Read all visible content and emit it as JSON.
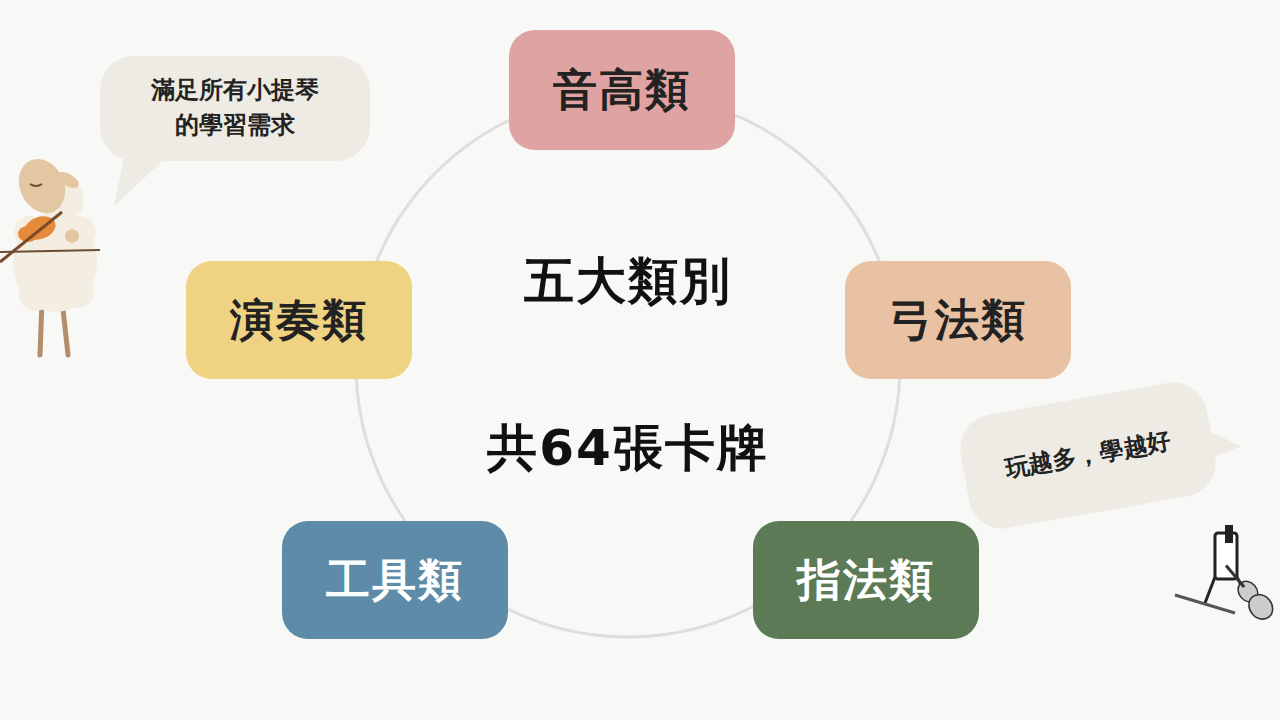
{
  "diagram": {
    "nodes": [
      {
        "text": [
          "滿足所有小提琴 的學習需求"
        ]
      },
      {
        "text": [
          "音高類"
        ]
      },
      {
        "text": [
          "五大類別",
          "共64張卡牌"
        ]
      },
      {
        "text": [
          "演奏類"
        ]
      },
      {
        "text": [
          "弓法類"
        ]
      },
      {
        "text": [
          "玩越多，學越好"
        ]
      },
      {
        "text": [
          "工具類"
        ]
      },
      {
        "text": [
          "指法類"
        ]
      }
    ],
    "edges": []
  }
}
